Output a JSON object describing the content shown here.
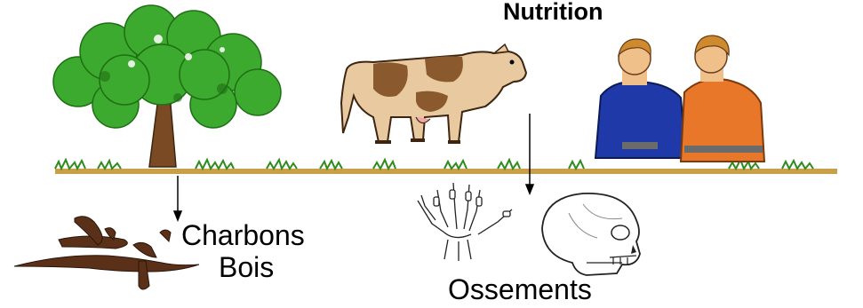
{
  "title": "Nutrition",
  "labels": {
    "charbons": "Charbons",
    "bois": "Bois",
    "ossements": "Ossements"
  },
  "icons": [
    "tree-icon",
    "cow-icon",
    "people-icon",
    "charcoal-wood-icon",
    "hand-bones-icon",
    "skull-icon",
    "ground-line",
    "down-arrow"
  ],
  "colors": {
    "ground": "#c8a047",
    "grass": "#2e8b1d",
    "foliage": "#3caa2e",
    "trunk": "#7a4a24",
    "cow_light": "#e8c9a0",
    "cow_dark": "#8a5a2e",
    "shirt_blue": "#1f3aa8",
    "shirt_orange": "#e8772a",
    "charcoal": "#5a3118"
  }
}
